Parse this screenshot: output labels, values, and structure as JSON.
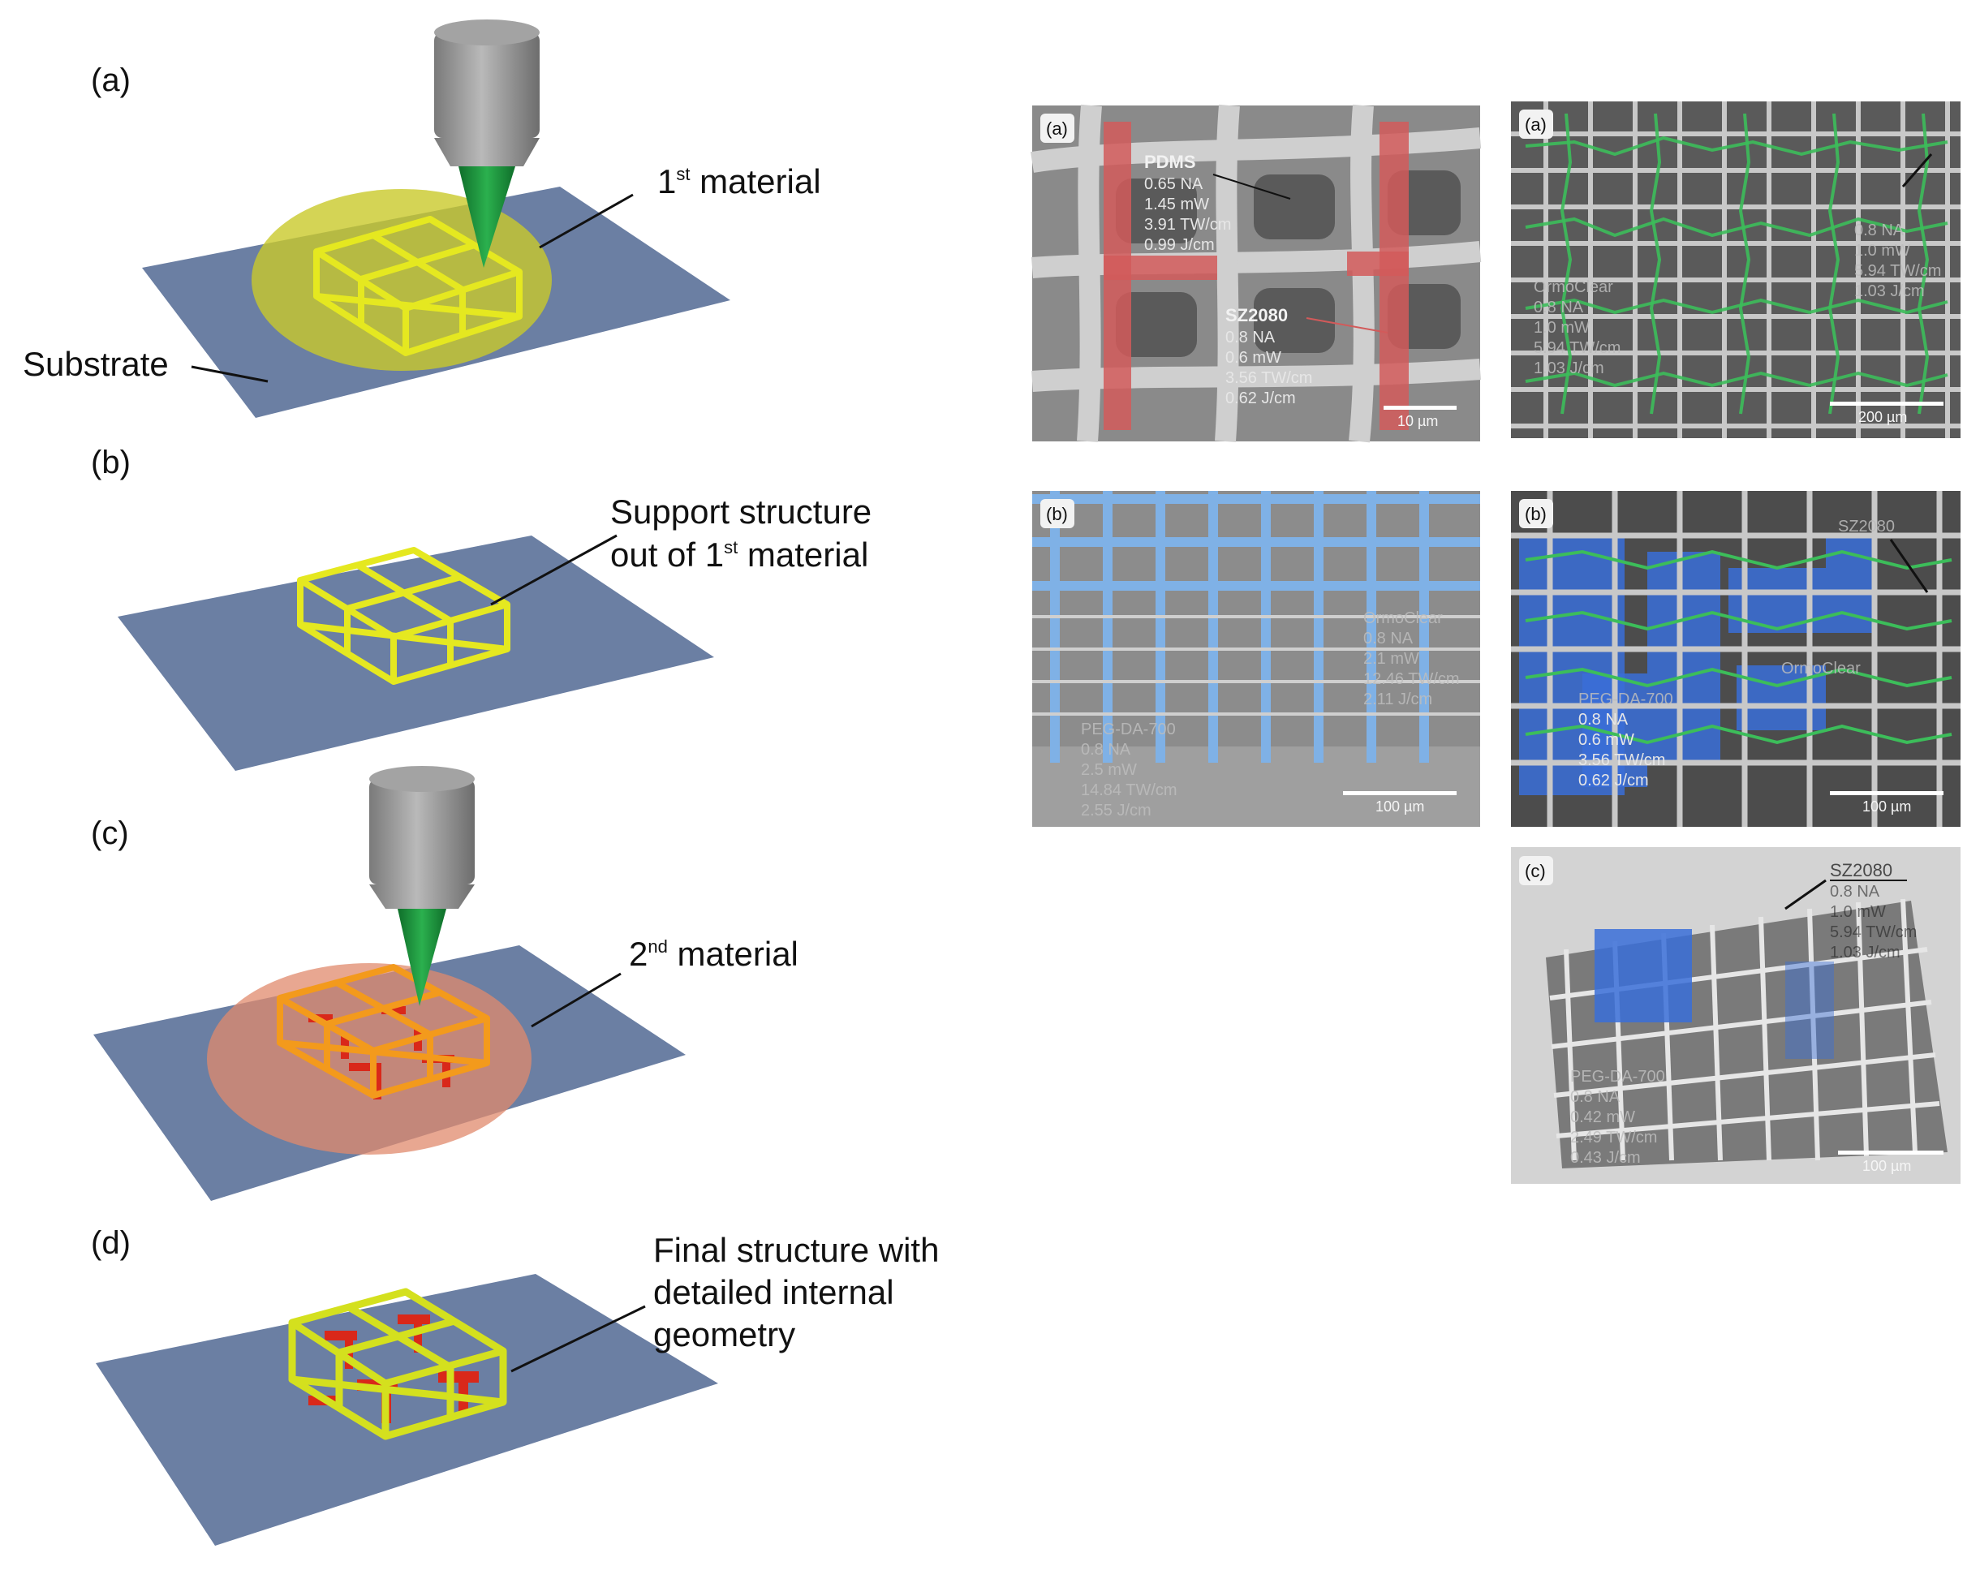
{
  "diagram": {
    "steps": [
      {
        "label": "(a)",
        "callout": "1",
        "callout_sup": "st",
        "callout_rest": " material",
        "substrate_label": "Substrate"
      },
      {
        "label": "(b)",
        "callout_line1": "Support structure",
        "callout_line2a": "out of 1",
        "callout_line2sup": "st",
        "callout_line2b": " material"
      },
      {
        "label": "(c)",
        "callout": "2",
        "callout_sup": "nd",
        "callout_rest": " material"
      },
      {
        "label": "(d)",
        "callout_line1": "Final structure with",
        "callout_line2": "detailed internal",
        "callout_line3": "geometry"
      }
    ]
  },
  "sem": {
    "top_left": {
      "corner": "(a)",
      "mat1": {
        "name": "PDMS",
        "lines": [
          "0.65 NA",
          "1.45 mW",
          "3.91 TW/cm",
          "0.99 J/cm"
        ]
      },
      "mat2": {
        "name": "SZ2080",
        "lines": [
          "0.8 NA",
          "0.6 mW",
          "3.56 TW/cm",
          "0.62 J/cm"
        ]
      },
      "scale": "10 µm"
    },
    "top_right": {
      "corner": "(a)",
      "mat1": {
        "name": "OrmoClear",
        "lines": [
          "0.8 NA",
          "1.0 mW",
          "5.94 TW/cm",
          "1.03 J/cm"
        ]
      },
      "mat2": {
        "lines": [
          "0.8 NA",
          "1.0 mW",
          "5.94 TW/cm",
          "1.03 J/cm"
        ]
      },
      "scale": "200 µm"
    },
    "mid_left": {
      "corner": "(b)",
      "mat1": {
        "name": "OrmoClear",
        "lines": [
          "0.8 NA",
          "2.1 mW",
          "12.46 TW/cm",
          "2.11 J/cm"
        ]
      },
      "mat2": {
        "name": "PEG-DA-700",
        "lines": [
          "0.8 NA",
          "2.5 mW",
          "14.84 TW/cm",
          "2.55 J/cm"
        ]
      },
      "scale": "100 µm"
    },
    "mid_right": {
      "corner": "(b)",
      "mat1": {
        "name": "SZ2080"
      },
      "mat2": {
        "name": "OrmoClear"
      },
      "mat3": {
        "name": "PEG-DA-700",
        "lines": [
          "0.8 NA",
          "0.6 mW",
          "3.56 TW/cm",
          "0.62 J/cm"
        ]
      },
      "scale": "100 µm"
    },
    "bottom_right": {
      "corner": "(c)",
      "mat1": {
        "name": "SZ2080",
        "lines": [
          "0.8 NA",
          "1.0 mW",
          "5.94 TW/cm",
          "1.03 J/cm"
        ]
      },
      "mat2": {
        "name": "PEG-DA-700",
        "lines": [
          "0.8 NA",
          "0.42 mW",
          "2.49 TW/cm",
          "0.43 J/cm"
        ]
      },
      "scale": "100 µm"
    }
  },
  "colors": {
    "substrate": "#6b7fa3",
    "yellow_struct": "#e5e820",
    "red_struct": "#d9281a",
    "orange_struct": "#f39a1c",
    "beam": "#1e8c3a",
    "objective": "#8c8c8c",
    "sem_red": "#d25a5a",
    "sem_green": "#3cbd5a",
    "sem_blue": "#3a6fd8"
  }
}
